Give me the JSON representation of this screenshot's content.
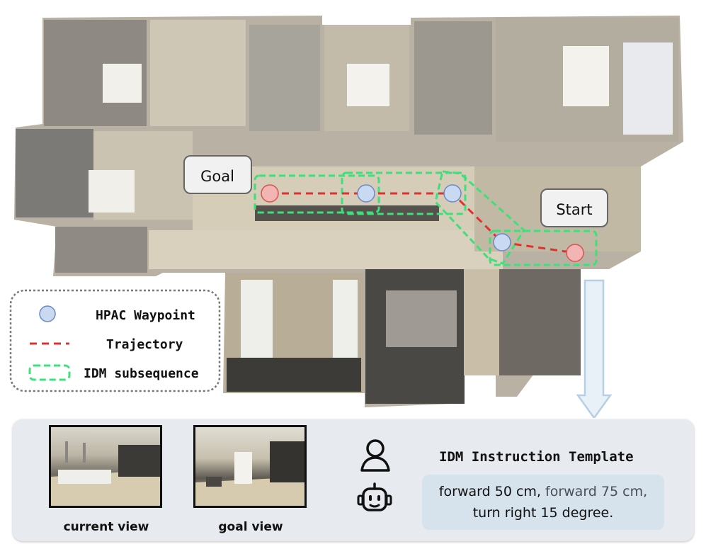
{
  "floorplan": {
    "goal_label": "Goal",
    "start_label": "Start"
  },
  "legend": {
    "waypoint_label": "HPAC Waypoint",
    "trajectory_label": "Trajectory",
    "idm_label": "IDM subsequence"
  },
  "bottom_panel": {
    "current_view_caption": "current view",
    "goal_view_caption": "goal view",
    "template_title": "IDM Instruction Template",
    "instruction_part1": "forward 50 cm,",
    "instruction_part2": "forward 75 cm,",
    "instruction_line2": "turn right 15 degree."
  },
  "colors": {
    "waypoint_fill": "#c9d9f2",
    "waypoint_stroke": "#6c89c4",
    "endpoint_fill": "#f3b4b4",
    "endpoint_stroke": "#d9534f",
    "trajectory": "#e03030",
    "idm_box": "#3ee07a",
    "arrow_fill": "#e8f0f8",
    "arrow_stroke": "#b6cfe4"
  }
}
